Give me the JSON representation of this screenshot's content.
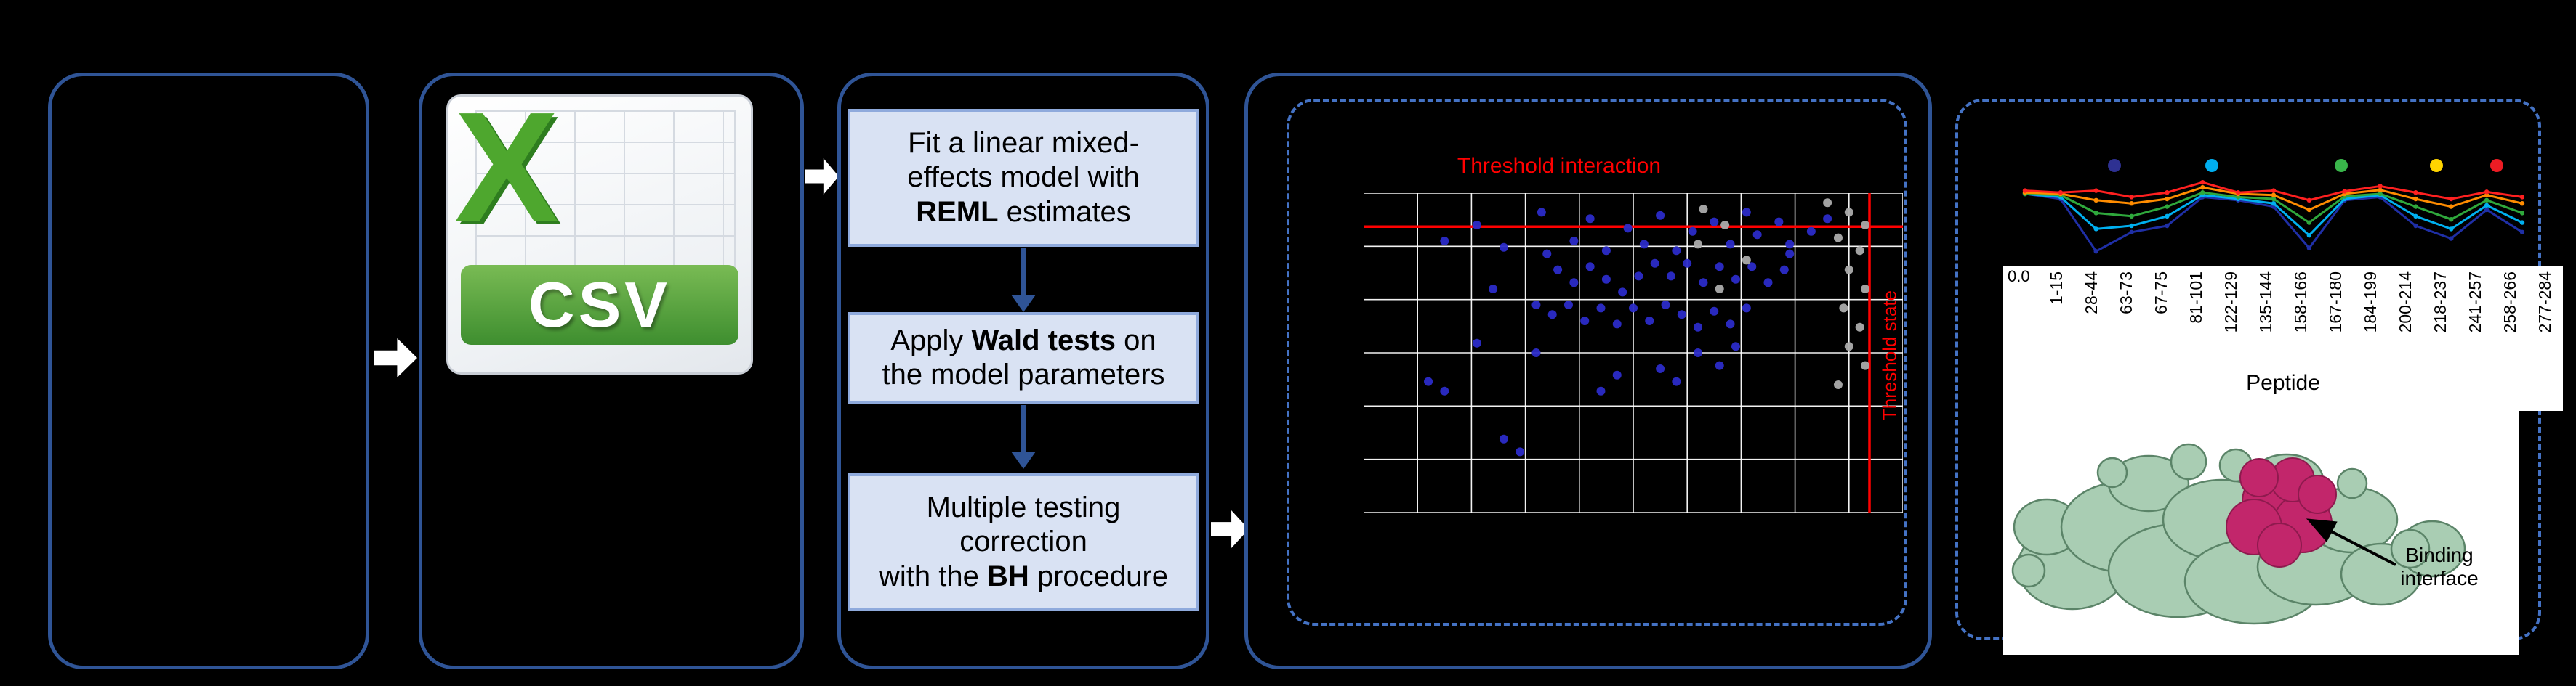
{
  "figure": {
    "background": "#000000",
    "panel_border_color": "#2F5496",
    "dashed_border_color": "#4472C4",
    "block_arrow_color": "#FFFFFF",
    "connector_arrow_color": "#2F5496"
  },
  "csv_icon": {
    "letter": "X",
    "label": "CSV",
    "green": "#4EA72E"
  },
  "flow": {
    "box_fill": "#D9E2F3",
    "box_border": "#8FAADC",
    "steps": [
      {
        "line1": "Fit a linear mixed-",
        "line2": "effects model with",
        "line3_bold": "REML",
        "line3_after": " estimates"
      },
      {
        "line1_before": "Apply ",
        "line1_bold": "Wald tests",
        "line1_after": " on",
        "line2": "the model parameters"
      },
      {
        "line1": "Multiple testing",
        "line2": "correction",
        "line3_before": "with the ",
        "line3_bold": "BH",
        "line3_after": " procedure"
      }
    ]
  },
  "chart_data": [
    {
      "type": "scatter",
      "title": "",
      "annotations": {
        "h_threshold_label": "Threshold interaction",
        "v_threshold_label": "Threshold state",
        "label_color": "#FF0000"
      },
      "grid": {
        "cols": 10,
        "rows": 6,
        "color": "#FFFFFF"
      },
      "thresholds": {
        "horizontal_y_frac": 0.105,
        "vertical_x_frac": 0.938,
        "color": "#FF0000"
      },
      "series": [
        {
          "name": "significant-points",
          "color": "#2B2BC8",
          "marker": "circle",
          "points_frac": [
            [
              0.15,
              0.15
            ],
            [
              0.21,
              0.1
            ],
            [
              0.26,
              0.17
            ],
            [
              0.33,
              0.06
            ],
            [
              0.34,
              0.19
            ],
            [
              0.39,
              0.15
            ],
            [
              0.42,
              0.08
            ],
            [
              0.45,
              0.18
            ],
            [
              0.49,
              0.11
            ],
            [
              0.52,
              0.16
            ],
            [
              0.55,
              0.07
            ],
            [
              0.58,
              0.18
            ],
            [
              0.61,
              0.12
            ],
            [
              0.65,
              0.09
            ],
            [
              0.68,
              0.16
            ],
            [
              0.71,
              0.06
            ],
            [
              0.73,
              0.13
            ],
            [
              0.77,
              0.09
            ],
            [
              0.79,
              0.16
            ],
            [
              0.54,
              0.22
            ],
            [
              0.57,
              0.26
            ],
            [
              0.6,
              0.22
            ],
            [
              0.63,
              0.28
            ],
            [
              0.36,
              0.24
            ],
            [
              0.39,
              0.28
            ],
            [
              0.42,
              0.23
            ],
            [
              0.45,
              0.27
            ],
            [
              0.48,
              0.31
            ],
            [
              0.51,
              0.26
            ],
            [
              0.66,
              0.23
            ],
            [
              0.69,
              0.27
            ],
            [
              0.72,
              0.23
            ],
            [
              0.75,
              0.28
            ],
            [
              0.78,
              0.24
            ],
            [
              0.32,
              0.35
            ],
            [
              0.35,
              0.38
            ],
            [
              0.38,
              0.35
            ],
            [
              0.41,
              0.4
            ],
            [
              0.44,
              0.36
            ],
            [
              0.47,
              0.41
            ],
            [
              0.5,
              0.36
            ],
            [
              0.53,
              0.4
            ],
            [
              0.56,
              0.35
            ],
            [
              0.59,
              0.38
            ],
            [
              0.62,
              0.42
            ],
            [
              0.65,
              0.37
            ],
            [
              0.68,
              0.41
            ],
            [
              0.71,
              0.36
            ],
            [
              0.21,
              0.47
            ],
            [
              0.32,
              0.5
            ],
            [
              0.62,
              0.5
            ],
            [
              0.66,
              0.54
            ],
            [
              0.69,
              0.48
            ],
            [
              0.12,
              0.59
            ],
            [
              0.15,
              0.62
            ],
            [
              0.26,
              0.77
            ],
            [
              0.29,
              0.81
            ],
            [
              0.55,
              0.55
            ],
            [
              0.58,
              0.59
            ],
            [
              0.79,
              0.19
            ],
            [
              0.83,
              0.12
            ],
            [
              0.86,
              0.08
            ],
            [
              0.44,
              0.62
            ],
            [
              0.47,
              0.57
            ],
            [
              0.24,
              0.3
            ]
          ]
        },
        {
          "name": "nonsignificant-points",
          "color": "#ABABAB",
          "marker": "circle",
          "points_frac": [
            [
              0.86,
              0.03
            ],
            [
              0.9,
              0.06
            ],
            [
              0.93,
              0.1
            ],
            [
              0.88,
              0.14
            ],
            [
              0.92,
              0.18
            ],
            [
              0.9,
              0.24
            ],
            [
              0.93,
              0.3
            ],
            [
              0.89,
              0.36
            ],
            [
              0.92,
              0.42
            ],
            [
              0.9,
              0.48
            ],
            [
              0.93,
              0.54
            ],
            [
              0.88,
              0.6
            ],
            [
              0.63,
              0.05
            ],
            [
              0.67,
              0.1
            ],
            [
              0.71,
              0.21
            ],
            [
              0.62,
              0.16
            ],
            [
              0.66,
              0.3
            ]
          ]
        }
      ]
    },
    {
      "type": "line",
      "categories": [
        "1-15",
        "28-44",
        "63-73",
        "67-75",
        "81-101",
        "122-129",
        "135-144",
        "158-166",
        "167-180",
        "184-199",
        "200-214",
        "218-237",
        "241-257",
        "258-266",
        "277-284"
      ],
      "xlabel": "Peptide",
      "y_tick_labels": [
        "0.0"
      ],
      "ylim": [
        -1.0,
        0.25
      ],
      "legend_dot_colors": [
        "#2E3192",
        "#00AEEF",
        "#39B54A",
        "#FFD400",
        "#ED1C24"
      ],
      "series": [
        {
          "name": "series-dark-blue",
          "color": "#1F2FA6",
          "values": [
            0.0,
            -0.08,
            -0.9,
            -0.6,
            -0.5,
            -0.05,
            -0.1,
            -0.2,
            -0.85,
            -0.1,
            -0.05,
            -0.5,
            -0.7,
            -0.25,
            -0.6
          ]
        },
        {
          "name": "series-cyan",
          "color": "#00B0F0",
          "values": [
            0.0,
            -0.05,
            -0.55,
            -0.5,
            -0.35,
            -0.02,
            -0.08,
            -0.15,
            -0.65,
            -0.08,
            -0.02,
            -0.35,
            -0.55,
            -0.18,
            -0.45
          ]
        },
        {
          "name": "series-green",
          "color": "#2FA83C",
          "values": [
            0.0,
            -0.02,
            -0.3,
            -0.35,
            -0.2,
            0.02,
            -0.05,
            -0.08,
            -0.45,
            -0.04,
            0.0,
            -0.2,
            -0.4,
            -0.1,
            -0.3
          ]
        },
        {
          "name": "series-orange",
          "color": "#FF8C00",
          "values": [
            0.02,
            0.0,
            -0.1,
            -0.15,
            -0.08,
            0.1,
            0.0,
            -0.02,
            -0.25,
            0.0,
            0.06,
            -0.08,
            -0.2,
            -0.02,
            -0.15
          ]
        },
        {
          "name": "series-red",
          "color": "#FF2020",
          "values": [
            0.05,
            0.02,
            0.05,
            -0.05,
            0.02,
            0.18,
            0.02,
            0.05,
            -0.1,
            0.04,
            0.12,
            0.02,
            -0.08,
            0.03,
            -0.05
          ]
        }
      ]
    }
  ],
  "protein": {
    "binding_label_line1": "Binding",
    "binding_label_line2": "interface",
    "surface_color": "#A9CDB3",
    "surface_outline": "#5B8468",
    "interface_color": "#C2266B"
  }
}
